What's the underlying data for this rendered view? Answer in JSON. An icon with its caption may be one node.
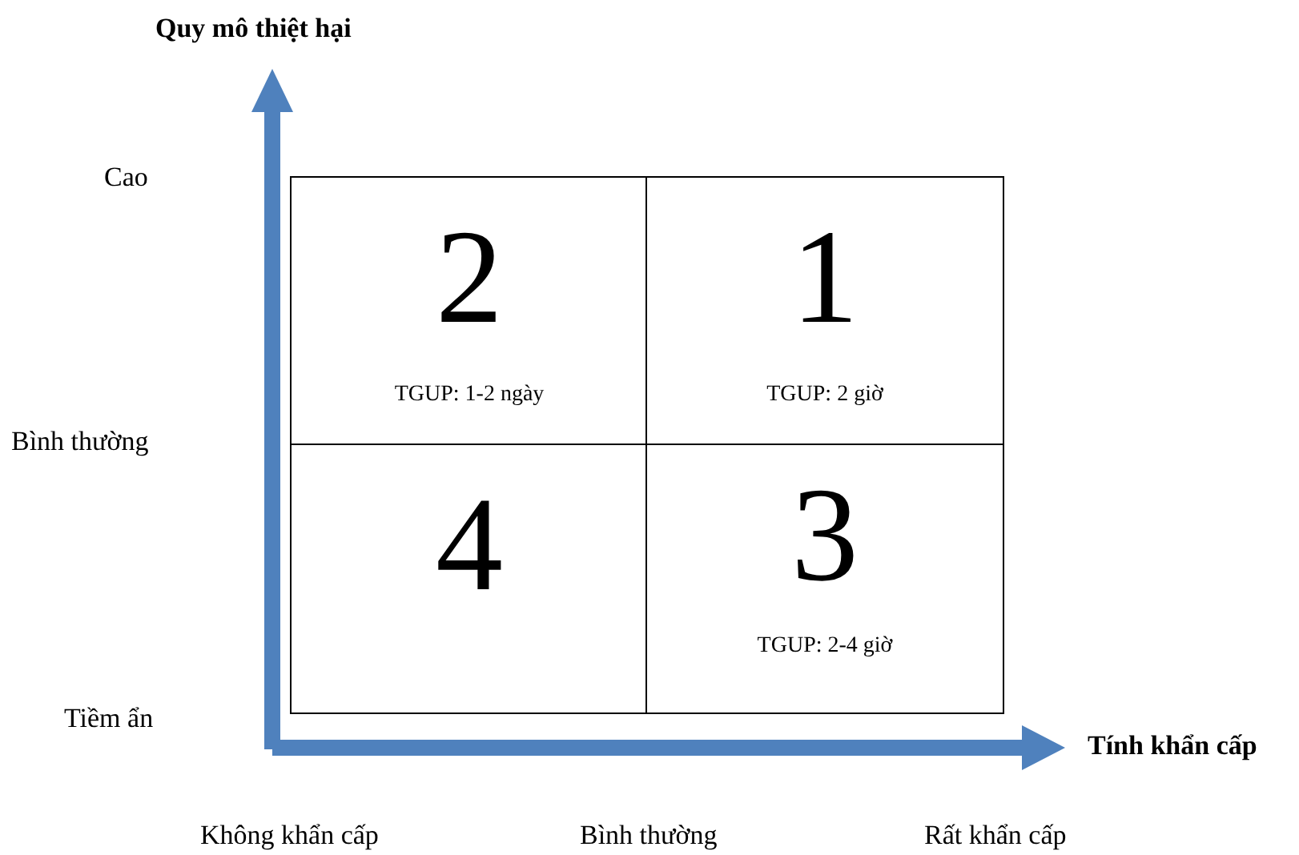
{
  "diagram": {
    "nodes": [
      {
        "text": [
          "2",
          "TGUP: 1-2 ngày"
        ]
      },
      {
        "text": [
          "1",
          "TGUP: 2 giờ"
        ]
      },
      {
        "text": [
          "4"
        ]
      },
      {
        "text": [
          "3",
          "TGUP: 2-4 giờ"
        ]
      }
    ],
    "labels": [
      "Quy mô thiệt hại",
      "Cao",
      "Bình thường",
      "Tiềm ẩn",
      "Tính khẩn cấp",
      "Không khẩn cấp",
      "Bình thường",
      "Rất khẩn cấp"
    ]
  }
}
